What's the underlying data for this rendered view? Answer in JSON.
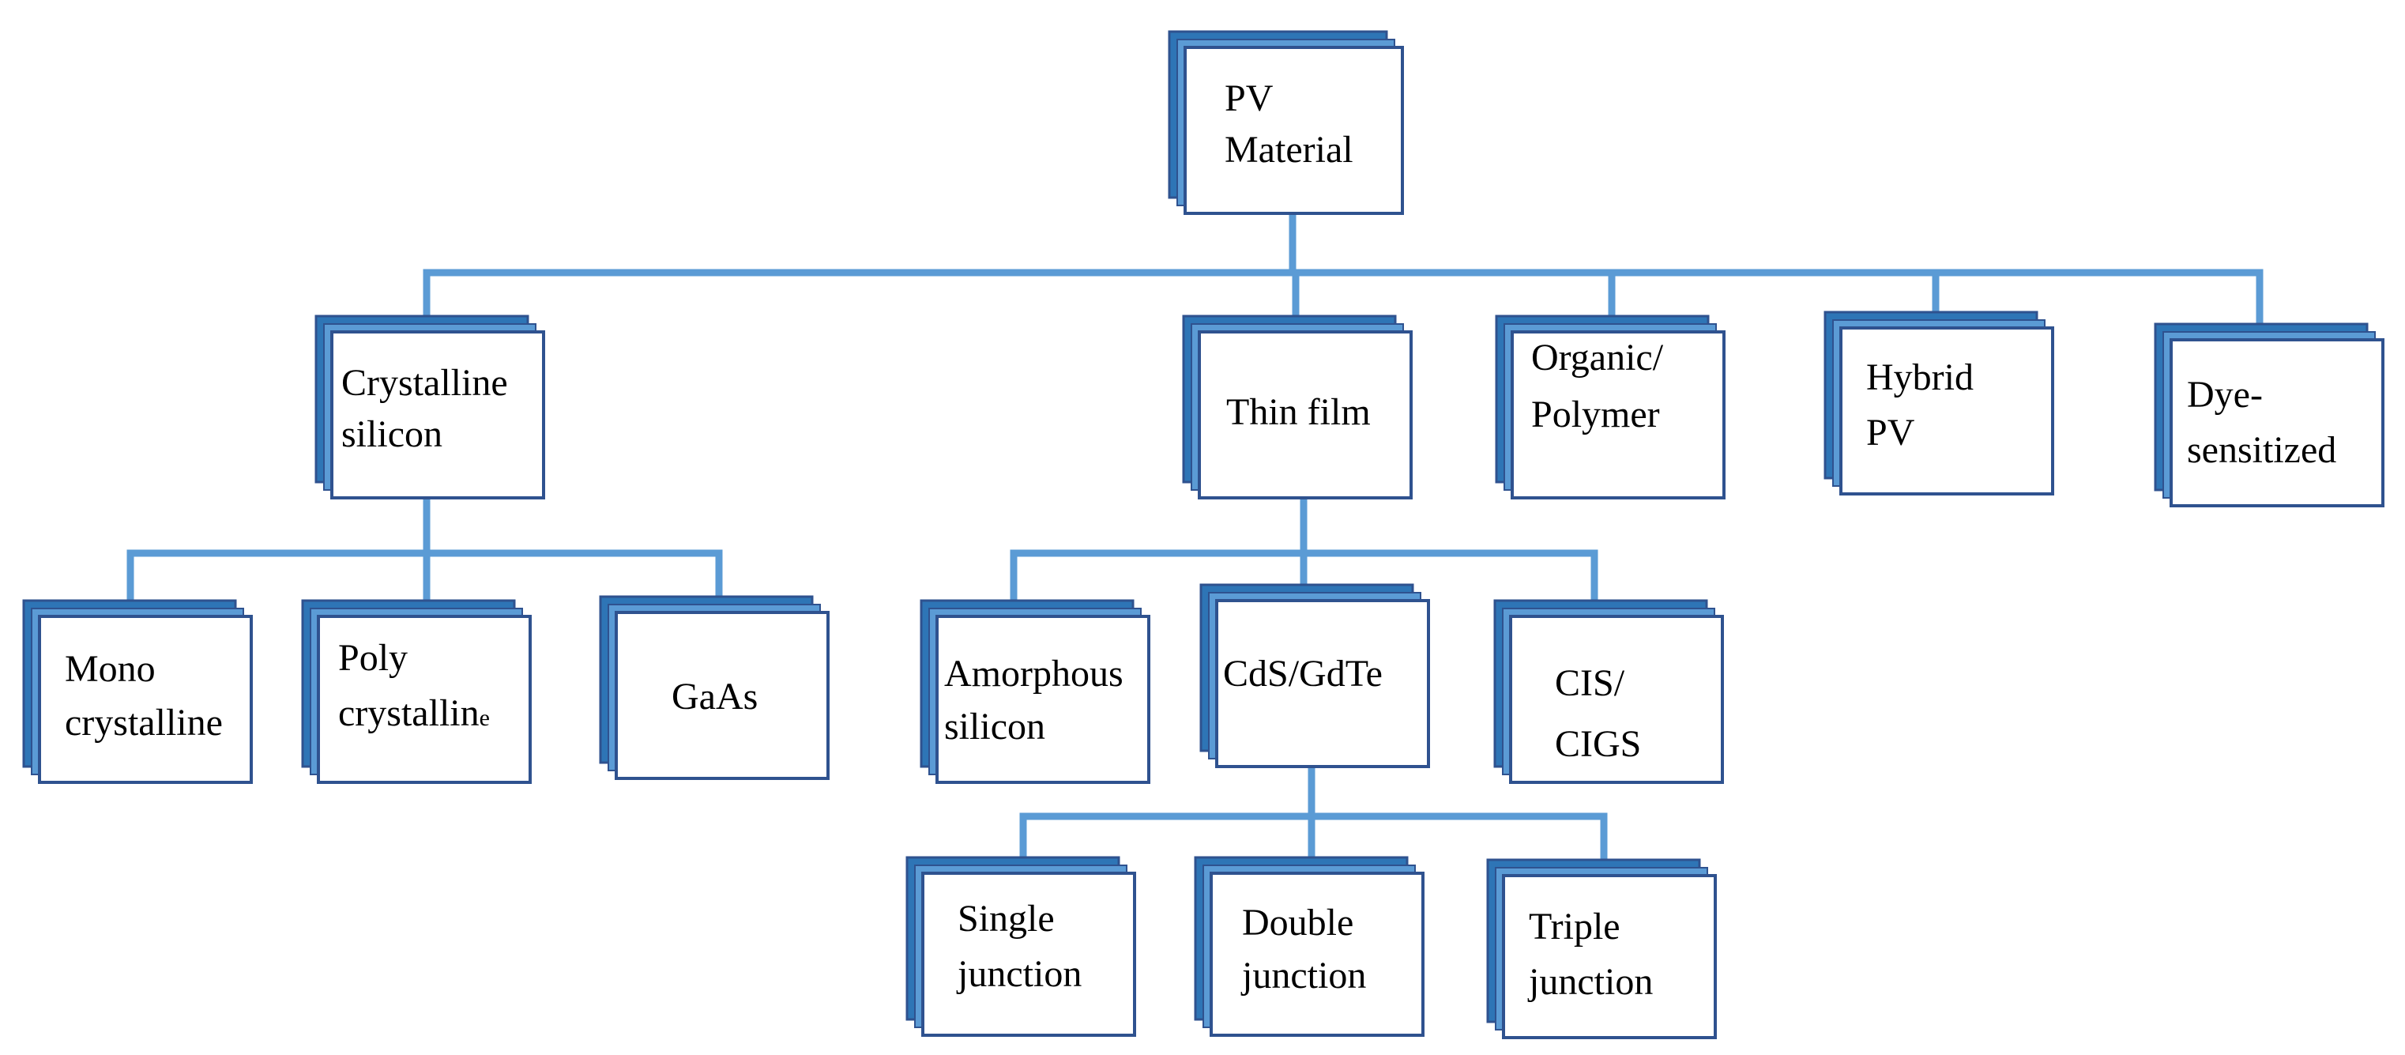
{
  "diagram": {
    "colors": {
      "connector": "#5B9BD5",
      "shadow": "#2E75B6",
      "border": "#2F528F",
      "box_fill": "#FFFFFF"
    },
    "nodes": {
      "root": {
        "lines": [
          "PV",
          "Material"
        ]
      },
      "crystalline": {
        "lines": [
          "Crystalline",
          "silicon"
        ]
      },
      "thinfilm": {
        "lines": [
          "Thin film"
        ]
      },
      "organic": {
        "lines": [
          "Organic/",
          "Polymer"
        ]
      },
      "hybrid": {
        "lines": [
          "Hybrid",
          "PV"
        ]
      },
      "dye": {
        "lines": [
          "Dye-",
          "sensitized"
        ]
      },
      "mono": {
        "lines": [
          "Mono",
          "crystalline"
        ]
      },
      "poly": {
        "lines": [
          "Poly",
          "crystallin"
        ],
        "suffix": "e"
      },
      "gaas": {
        "lines": [
          "GaAs"
        ]
      },
      "amorphous": {
        "lines": [
          "Amorphous",
          "silicon"
        ]
      },
      "cds": {
        "lines": [
          "CdS/GdTe"
        ]
      },
      "cis": {
        "lines": [
          "CIS/",
          "CIGS"
        ]
      },
      "single": {
        "lines": [
          "Single",
          "junction"
        ]
      },
      "double": {
        "lines": [
          "Double",
          "junction"
        ]
      },
      "triple": {
        "lines": [
          "Triple",
          "junction"
        ]
      }
    }
  }
}
